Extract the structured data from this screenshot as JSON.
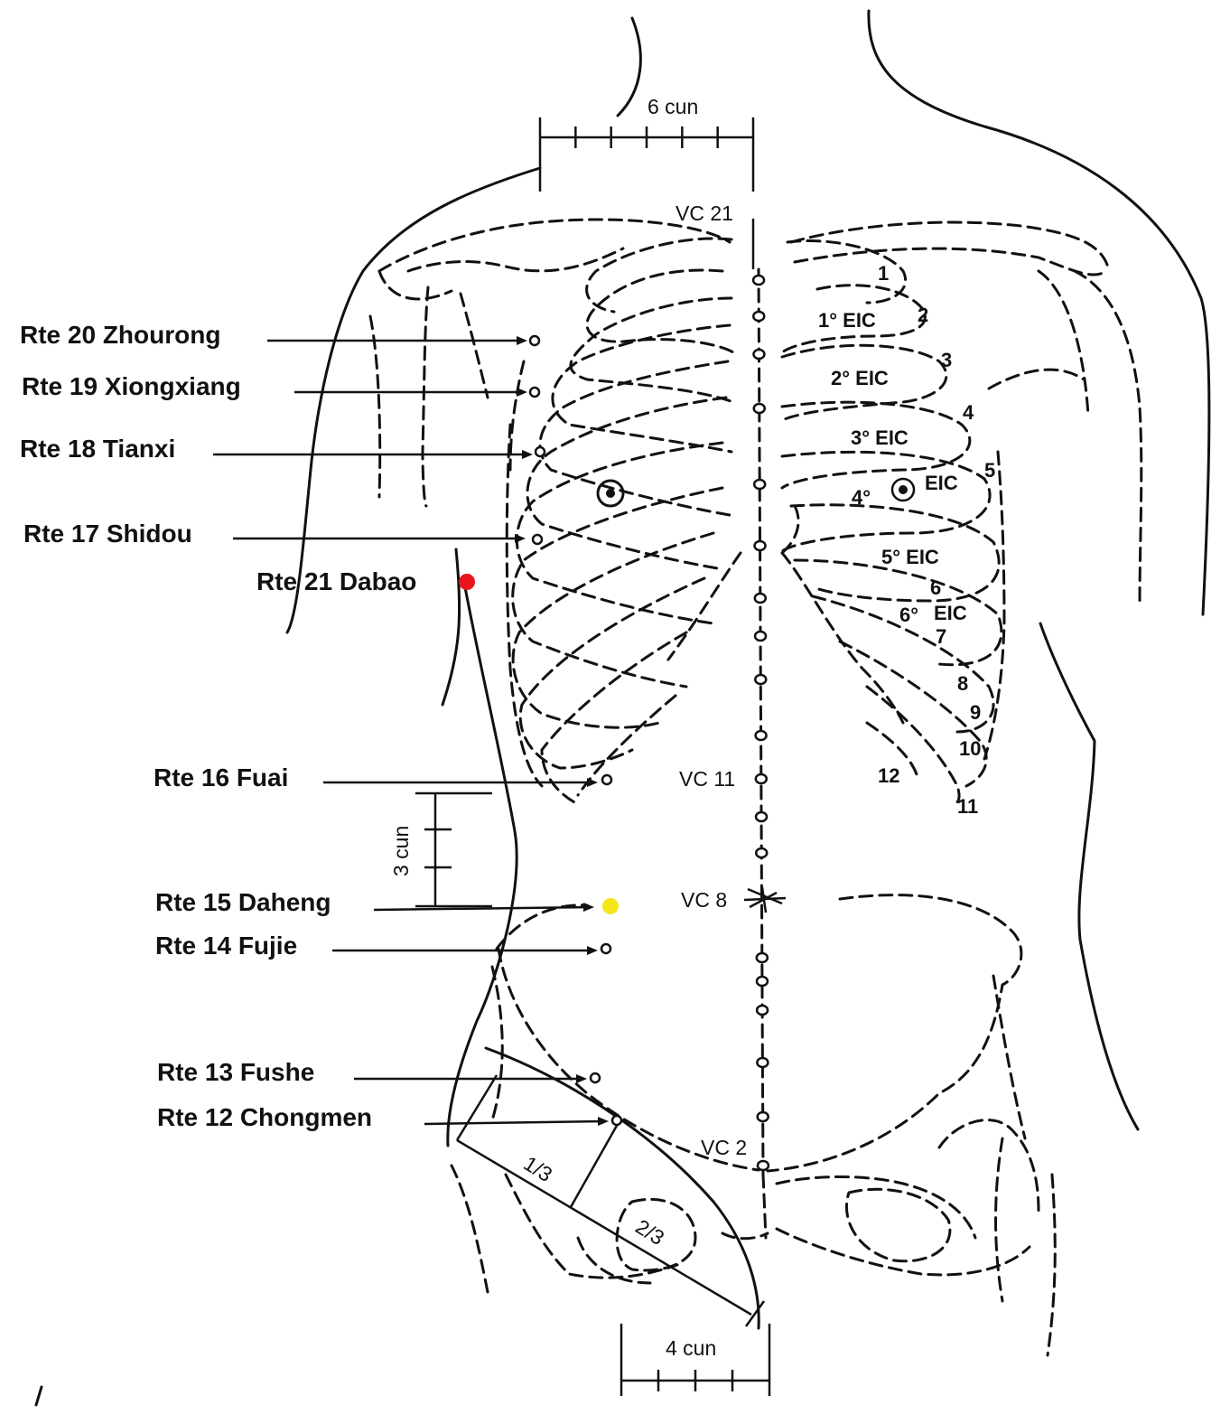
{
  "scales": {
    "top": "6 cun",
    "left": "3 cun",
    "bottom": "4 cun",
    "fraction_upper": "1/3",
    "fraction_lower": "2/3"
  },
  "midline_points": {
    "vc21": "VC 21",
    "vc11": "VC 11",
    "vc8": "VC 8",
    "vc2": "VC 2"
  },
  "acupoints": {
    "rte20": "Rte 20 Zhourong",
    "rte19": "Rte 19 Xiongxiang",
    "rte18": "Rte 18 Tianxi",
    "rte17": "Rte 17 Shidou",
    "rte21": "Rte 21 Dabao",
    "rte16": "Rte 16 Fuai",
    "rte15": "Rte 15 Daheng",
    "rte14": "Rte 14 Fujie",
    "rte13": "Rte 13 Fushe",
    "rte12": "Rte 12 Chongmen"
  },
  "intercostal_spaces": {
    "eic1": "1° EIC",
    "eic2": "2° EIC",
    "eic3": "3° EIC",
    "eic4_num": "4°",
    "eic4": "EIC",
    "eic5": "5° EIC",
    "eic6_num": "6°",
    "eic6": "EIC"
  },
  "rib_numbers": [
    "1",
    "2",
    "3",
    "4",
    "5",
    "6",
    "7",
    "8",
    "9",
    "10",
    "11",
    "12"
  ],
  "marker_colors": {
    "rte21": "#e8141e",
    "rte15": "#f5e61c"
  }
}
